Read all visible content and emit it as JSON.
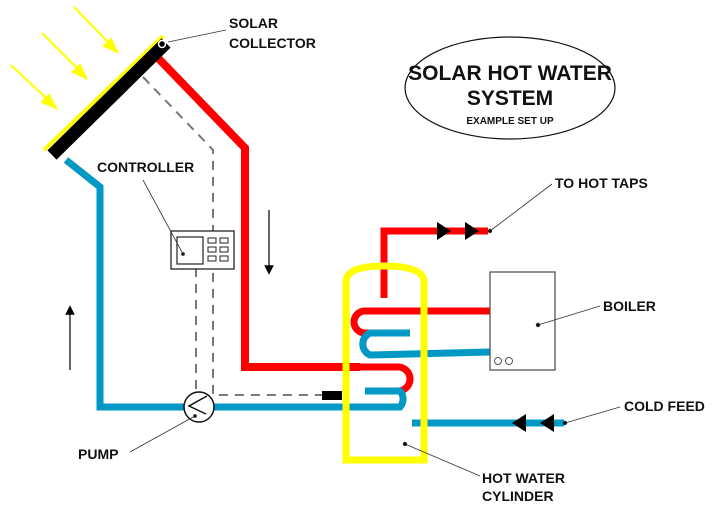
{
  "title": {
    "line1": "SOLAR HOT WATER",
    "line2": "SYSTEM",
    "subtitle": "EXAMPLE SET UP"
  },
  "labels": {
    "solar_collector_line1": "SOLAR",
    "solar_collector_line2": "COLLECTOR",
    "controller": "CONTROLLER",
    "to_hot_taps": "TO HOT TAPS",
    "boiler": "BOILER",
    "cold_feed": "COLD FEED",
    "pump": "PUMP",
    "cylinder_line1": "HOT WATER",
    "cylinder_line2": "CYLINDER"
  },
  "colors": {
    "hot_pipe": "#ff0000",
    "cold_pipe": "#0099c6",
    "cylinder": "#ffff00",
    "sun_rays": "#ffff00",
    "collector": "#000000",
    "sensor_wire": "#777777"
  }
}
